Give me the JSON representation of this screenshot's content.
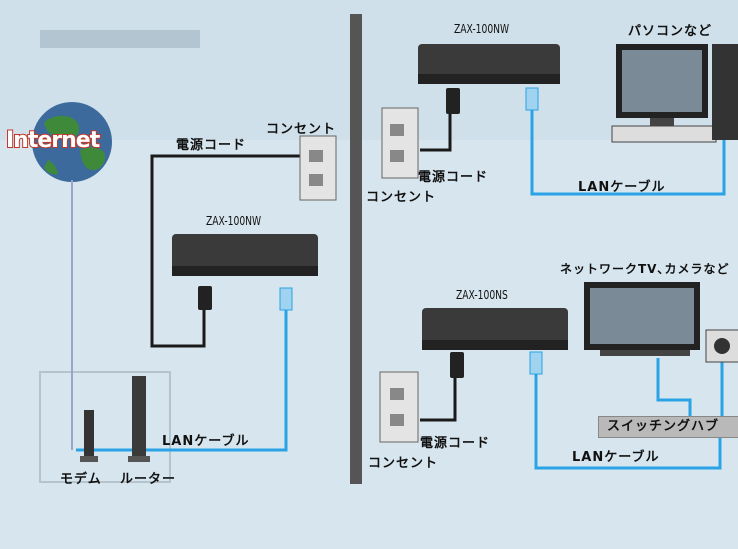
{
  "internet": {
    "label": "Internet"
  },
  "devices": {
    "modem": "モデム",
    "router": "ルーター",
    "adapter_left_model": "ZAX-100NW",
    "adapter_top_model": "ZAX-100NW",
    "adapter_bottom_model": "ZAX-100NS",
    "pc": "パソコンなど",
    "tv_camera": "ネットワークTV､カメラなど",
    "switching_hub": "スイッチングハブ"
  },
  "labels": {
    "power_cord_left": "電源コード",
    "outlet_left": "コンセント",
    "outlet_mid": "コンセント",
    "power_cord_top": "電源コード",
    "lan_cable_top": "LANケーブル",
    "lan_cable_left": "LANケーブル",
    "power_cord_bottom": "電源コード",
    "outlet_bottom": "コンセント",
    "lan_cable_bottom": "LANケーブル"
  },
  "colors": {
    "background": "#d8e6ee",
    "lan_cable": "#2aa3e6",
    "power_cord": "#1a1a1a",
    "wall": "#555555",
    "internet_text_outline": "#c0392b",
    "globe": "#3d6a9c"
  }
}
